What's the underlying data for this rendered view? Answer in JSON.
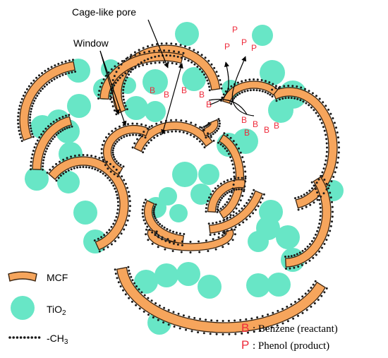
{
  "labels": {
    "cage_pore": "Cage-like pore",
    "window": "Window"
  },
  "reaction": {
    "reactant_symbol": "B",
    "product_symbol": "P"
  },
  "legend": {
    "mcf": "MCF",
    "tio2_main": "TiO",
    "tio2_sub": "2",
    "ch3_main": "-CH",
    "ch3_sub": "3",
    "benzene_symbol": "B",
    "benzene_text": ": Benzene (reactant)",
    "phenol_symbol": "P",
    "phenol_text": ":  Phenol   (product)"
  },
  "colors": {
    "mcf_fill": "#f6a55c",
    "mcf_stroke": "#3a2410",
    "tio2": "#68e6c6",
    "ch3": "#1a1a1a",
    "symbol_red": "#ee2a3a"
  }
}
